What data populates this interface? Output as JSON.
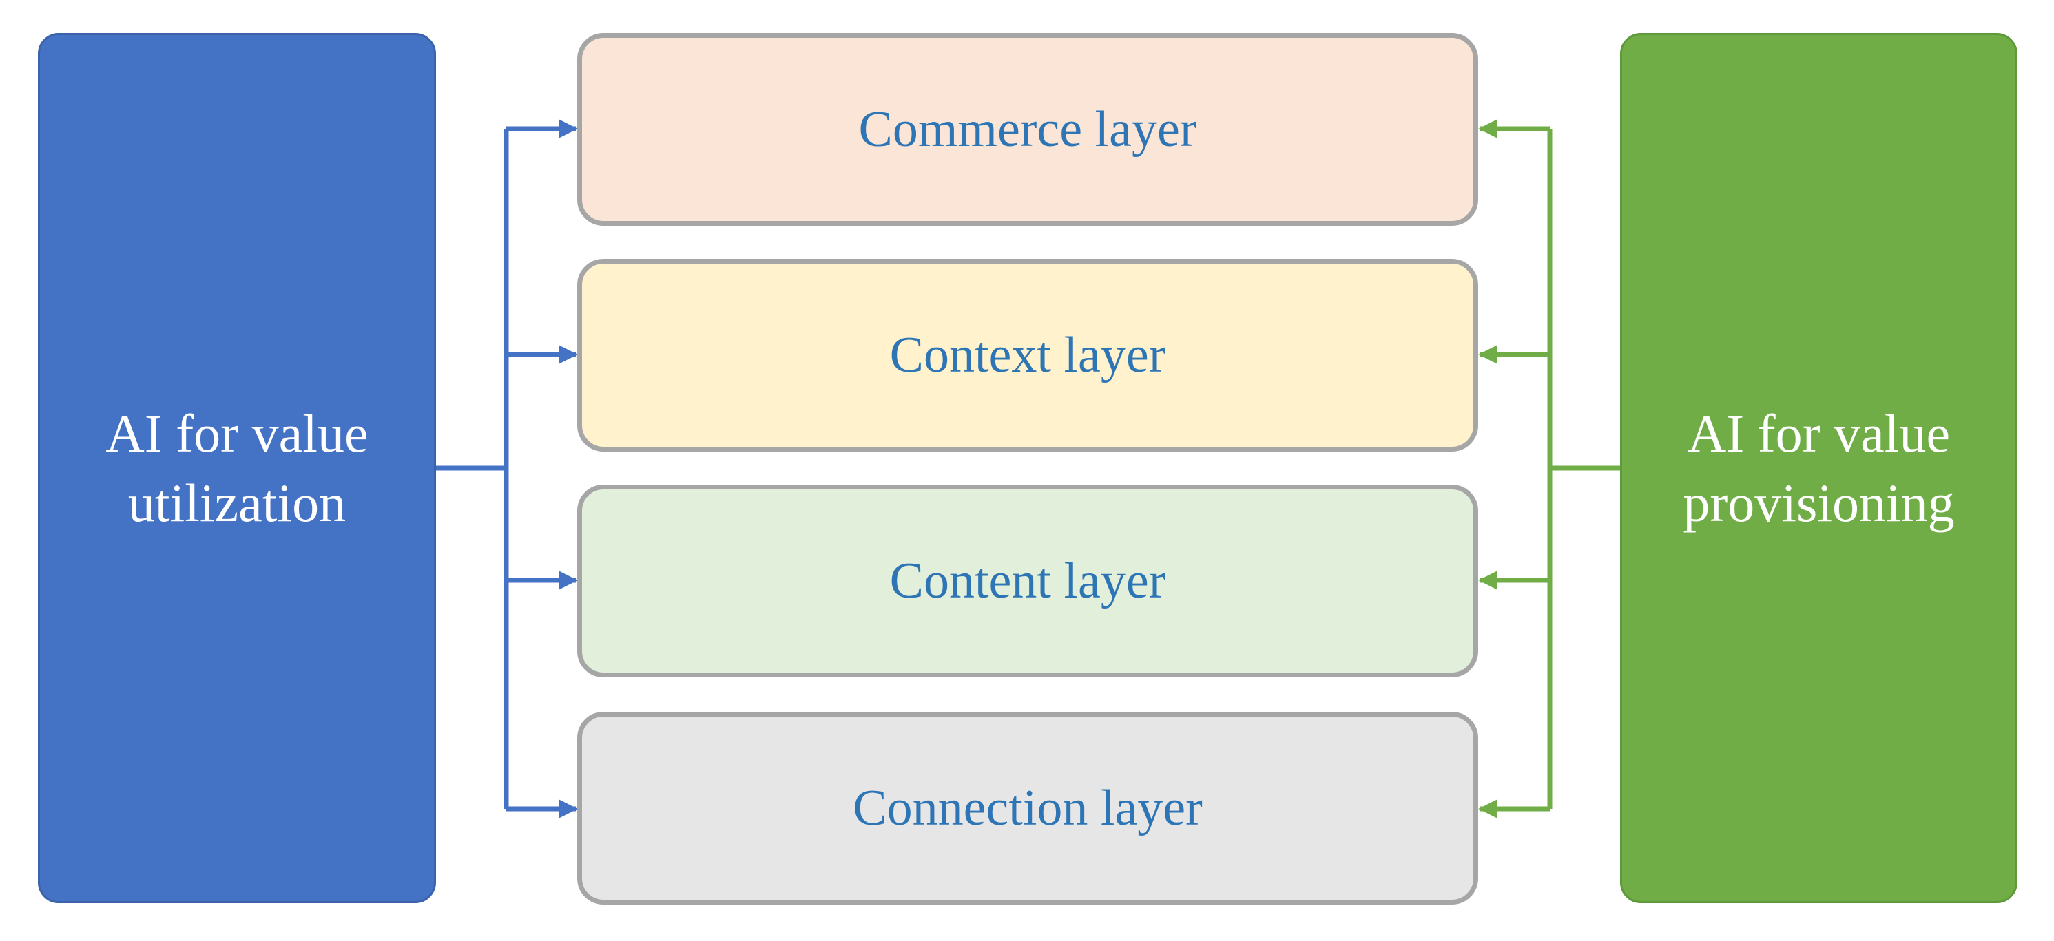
{
  "left_box": {
    "line1": "AI for value",
    "line2": "utilization",
    "color": "#4472C4"
  },
  "right_box": {
    "line1": "AI for value",
    "line2": "provisioning",
    "color": "#70AD47"
  },
  "layers": [
    {
      "label": "Commerce layer",
      "fill": "#FBE5D6"
    },
    {
      "label": "Context layer",
      "fill": "#FFF2CC"
    },
    {
      "label": "Content layer",
      "fill": "#E2EFDA"
    },
    {
      "label": "Connection layer",
      "fill": "#E7E6E6"
    }
  ],
  "layer_text_color": "#2E75B6",
  "layer_border_color": "#A6A6A6"
}
